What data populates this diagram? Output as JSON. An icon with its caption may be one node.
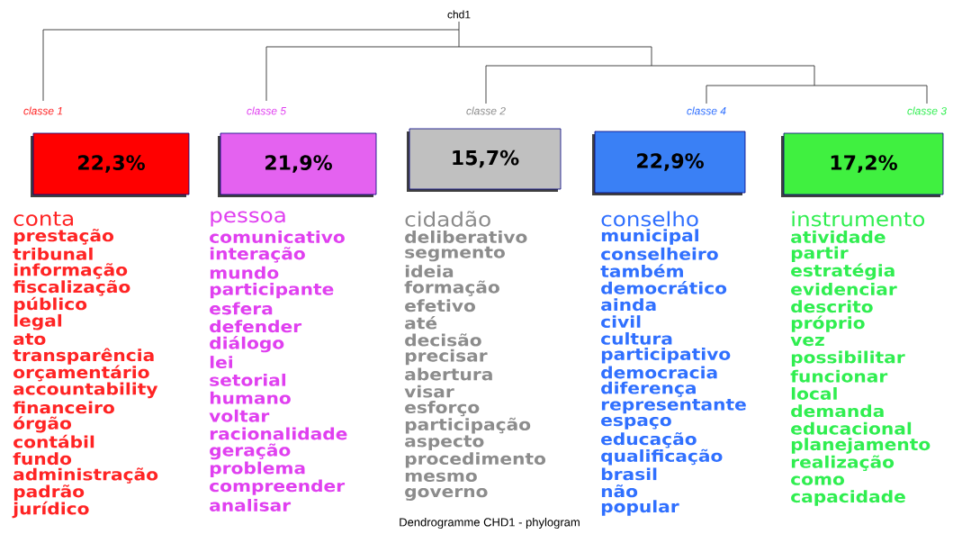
{
  "diagram": {
    "caption": "Dendrogramme CHD1 - phylogram",
    "nodes": [
      {
        "text": [
          "22,3%"
        ],
        "beside": [
          "classe  1"
        ]
      },
      {
        "text": [
          "21,9%"
        ],
        "beside": [
          "classe  5"
        ]
      },
      {
        "text": [
          "15,7%"
        ],
        "beside": [
          "classe  2"
        ]
      },
      {
        "text": [
          "22,9%"
        ],
        "beside": [
          "classe  4"
        ]
      },
      {
        "text": [
          "17,2%"
        ],
        "beside": [
          "classe  3"
        ]
      }
    ],
    "labels": [
      "chd1",
      "conta",
      "prestação",
      "tribunal",
      "informação",
      "fiscalização",
      "público",
      "legal",
      "ato",
      "transparência",
      "orçamentário",
      "accountability",
      "financeiro",
      "órgão",
      "contábil",
      "fundo",
      "administração",
      "padrão",
      "jurídico",
      "pessoa",
      "comunicativo",
      "interação",
      "mundo",
      "participante",
      "esfera",
      "defender",
      "diálogo",
      "lei",
      "setorial",
      "humano",
      "voltar",
      "racionalidade",
      "geração",
      "problema",
      "compreender",
      "analisar",
      "cidadão",
      "deliberativo",
      "segmento",
      "ideia",
      "formação",
      "efetivo",
      "até",
      "decisão",
      "precisar",
      "abertura",
      "visar",
      "esforço",
      "participação",
      "aspecto",
      "procedimento",
      "mesmo",
      "governo",
      "conselho",
      "municipal",
      "conselheiro",
      "também",
      "democrático",
      "ainda",
      "civil",
      "cultura",
      "participativo",
      "democracia",
      "diferença",
      "representante",
      "espaço",
      "educação",
      "qualificação",
      "brasil",
      "não",
      "popular",
      "instrumento",
      "atividade",
      "partir",
      "estratégia",
      "evidenciar",
      "descrito",
      "próprio",
      "vez",
      "possibilitar",
      "funcionar",
      "local",
      "demanda",
      "educacional",
      "planejamento",
      "realização",
      "como",
      "capacidade"
    ]
  }
}
